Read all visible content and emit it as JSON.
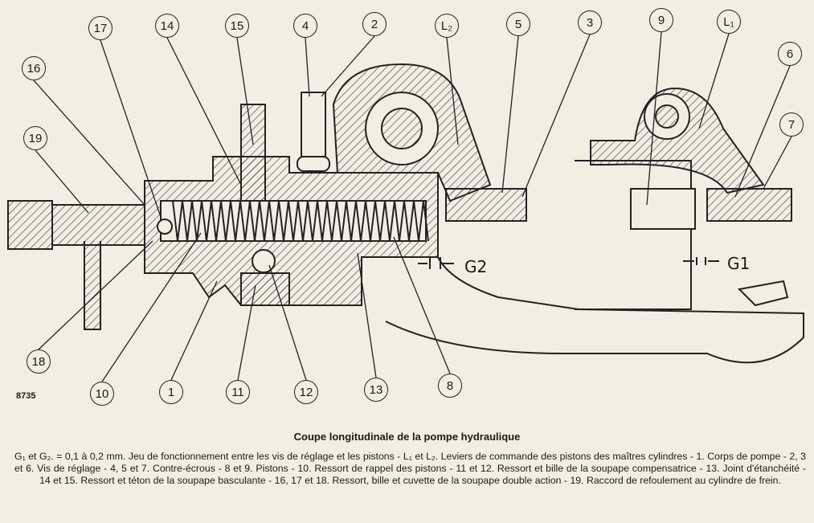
{
  "figure_number": "8735",
  "title": "Coupe longitudinale de la pompe hydraulique",
  "caption": "G₁ et G₂. = 0,1 à 0,2 mm. Jeu de fonctionnement entre les vis de réglage et les pistons - L₁ et L₂. Leviers de commande des pistons des maîtres cylindres - 1. Corps de pompe - 2, 3 et 6. Vis de réglage - 4, 5 et 7. Contre-écrous - 8 et 9. Pistons - 10. Ressort de rappel des pistons - 11 et 12. Ressort et bille de la soupape compensatrice - 13. Joint d'étanchéité - 14 et 15. Ressort et téton de la soupape basculante - 16, 17 et 18. Ressort, bille et cuvette de la soupape double action - 19. Raccord de refoulement au cylindre de frein.",
  "gaps": {
    "g2": "G2",
    "g1": "G1"
  },
  "callouts": {
    "c17": "17",
    "c14": "14",
    "c15": "15",
    "c4": "4",
    "c2": "2",
    "cL2": "L₂",
    "c5": "5",
    "c3": "3",
    "c9": "9",
    "cL1": "L₁",
    "c6": "6",
    "c7": "7",
    "c16": "16",
    "c19": "19",
    "c18": "18",
    "c10": "10",
    "c1": "1",
    "c11": "11",
    "c12": "12",
    "c13": "13",
    "c8": "8"
  }
}
